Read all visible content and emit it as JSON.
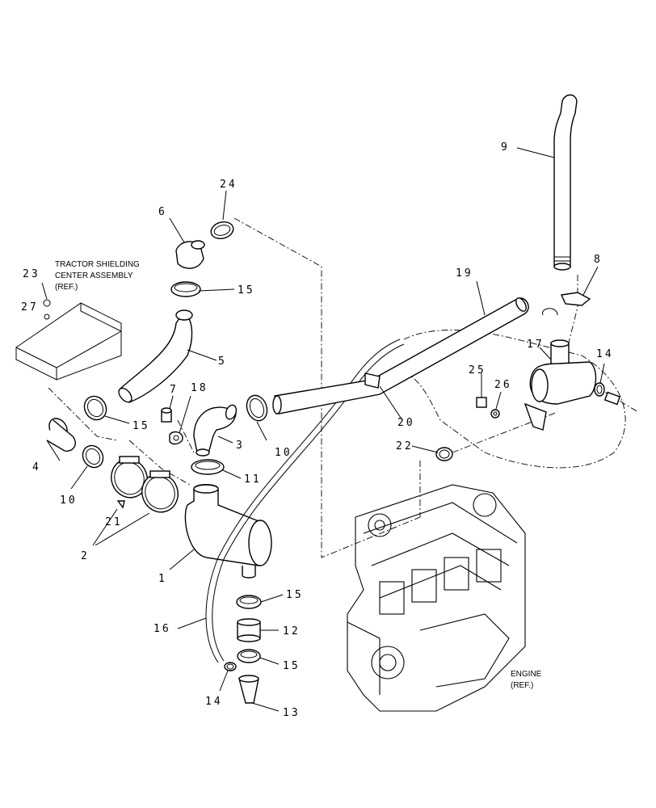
{
  "notes": {
    "tractor_shielding": [
      "TRACTOR SHIELDING",
      "CENTER ASSEMBLY",
      "(REF.)"
    ],
    "engine": [
      "ENGINE",
      "(REF.)"
    ]
  },
  "callouts": {
    "c1": "1",
    "c2": "2",
    "c3": "3",
    "c4": "4",
    "c5": "5",
    "c6": "6",
    "c7": "7",
    "c8": "8",
    "c9": "9",
    "c10a": "10",
    "c10b": "10",
    "c11": "11",
    "c12": "12",
    "c13": "13",
    "c14a": "14",
    "c14b": "14",
    "c15a": "15",
    "c15b": "15",
    "c15c": "15",
    "c15d": "15",
    "c16": "16",
    "c17": "17",
    "c18": "18",
    "c19": "19",
    "c20": "20",
    "c21": "21",
    "c22": "22",
    "c23": "23",
    "c24": "24",
    "c25": "25",
    "c26": "26",
    "c27": "27"
  }
}
